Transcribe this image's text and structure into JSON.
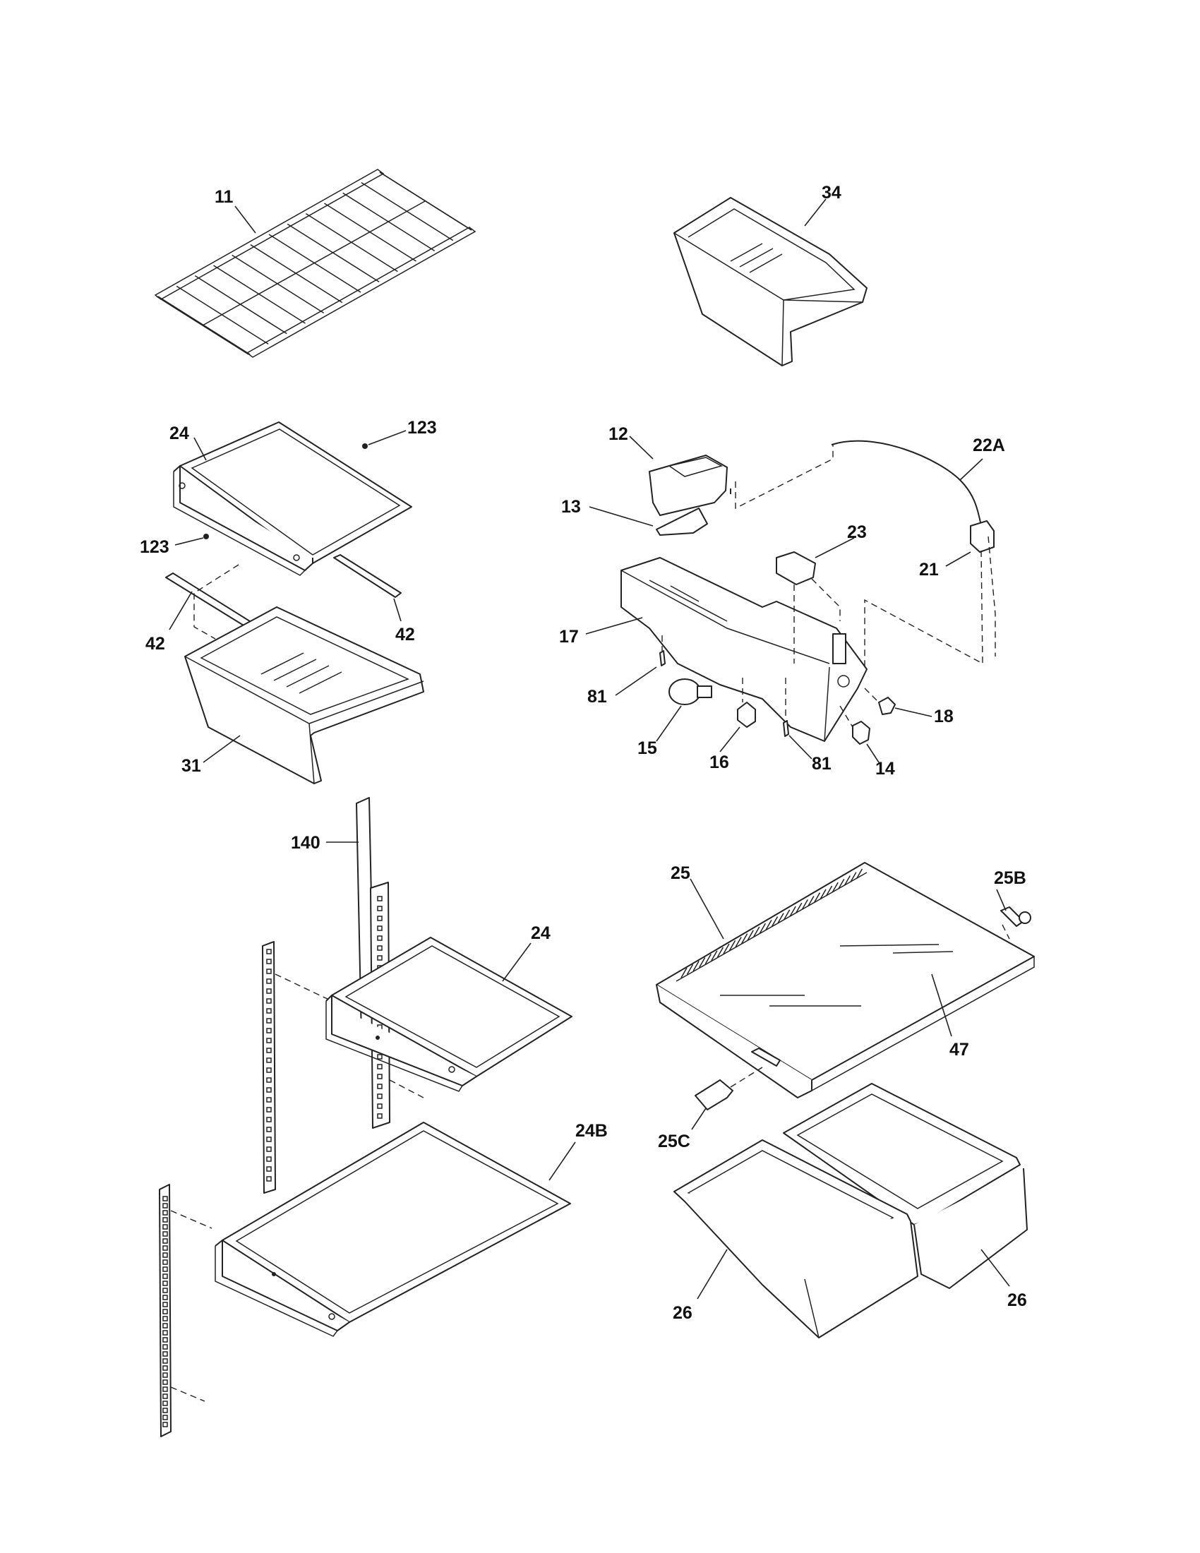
{
  "callouts": {
    "c11": "11",
    "c34": "34",
    "c24a": "24",
    "c123a": "123",
    "c123b": "123",
    "c42a": "42",
    "c42b": "42",
    "c31": "31",
    "c12": "12",
    "c22A": "22A",
    "c13": "13",
    "c23": "23",
    "c21": "21",
    "c17": "17",
    "c81a": "81",
    "c18": "18",
    "c15": "15",
    "c81b": "81",
    "c16": "16",
    "c14": "14",
    "c140": "140",
    "c24b": "24",
    "c24B": "24B",
    "c25": "25",
    "c25B": "25B",
    "c47": "47",
    "c25C": "25C",
    "c26a": "26",
    "c26b": "26"
  }
}
